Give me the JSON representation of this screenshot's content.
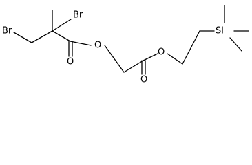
{
  "molecule": {
    "atom_labels": {
      "br_left": "Br",
      "br_top": "Br",
      "o_ester1_carbonyl": "O",
      "o_ester1_link": "O",
      "o_ester2_carbonyl": "O",
      "o_ester2_link": "O",
      "si": "Si"
    },
    "colors": {
      "ink": "#000000",
      "background": "#ffffff"
    }
  }
}
